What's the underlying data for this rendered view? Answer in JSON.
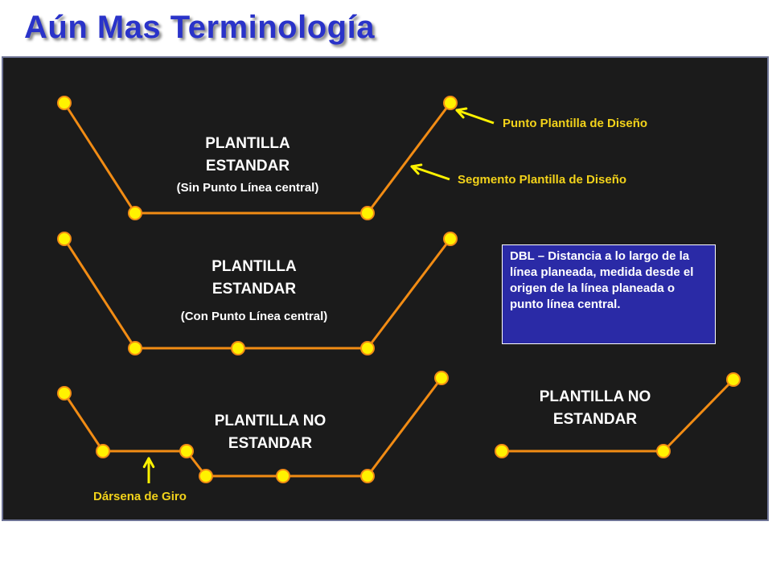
{
  "title": "Aún Mas Terminología",
  "colors": {
    "title": "#2a33c9",
    "panel_background": "#1b1b1b",
    "segment_line": "#f28c14",
    "point_fill": "#fff200",
    "point_stroke": "#f28c14",
    "annotation_text": "#f2d21a",
    "info_box": "#2a2aa6"
  },
  "template_1": {
    "line1": "PLANTILLA",
    "line2": "ESTANDAR",
    "sub": "(Sin Punto Línea central)"
  },
  "template_2": {
    "line1": "PLANTILLA",
    "line2": "ESTANDAR",
    "sub": "(Con Punto Línea central)"
  },
  "template_3": {
    "line1": "PLANTILLA NO",
    "line2": "ESTANDAR"
  },
  "template_4": {
    "line1": "PLANTILLA NO",
    "line2": "ESTANDAR"
  },
  "annotations": {
    "point": "Punto Plantilla de Diseño",
    "segment": "Segmento Plantilla de Diseño",
    "turn_bay": "Dársena de Giro"
  },
  "dbl_note": "DBL – Distancia a lo largo de la línea planeada, medida desde el origen de la línea planeada o punto línea central."
}
